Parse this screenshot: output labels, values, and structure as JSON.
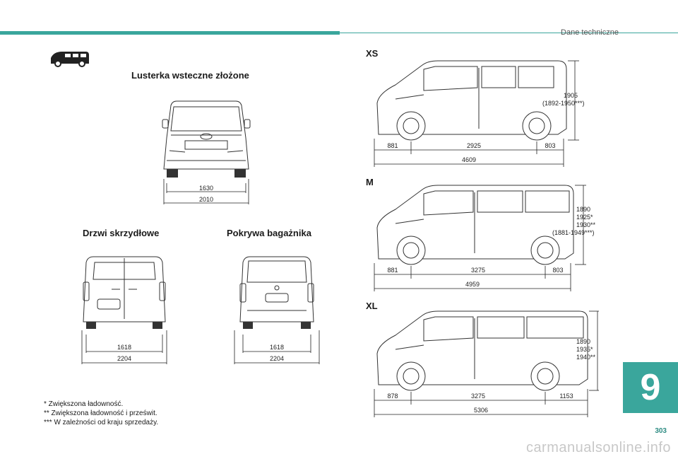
{
  "header": {
    "section_title": "Dane techniczne"
  },
  "front": {
    "title": "Lusterka wsteczne złożone",
    "width_inner": "1630",
    "width_outer": "2010"
  },
  "rear_doors": {
    "title": "Drzwi skrzydłowe",
    "width_inner": "1618",
    "width_outer": "2204"
  },
  "tailgate": {
    "title": "Pokrywa bagażnika",
    "width_inner": "1618",
    "width_outer": "2204"
  },
  "xs": {
    "label": "XS",
    "front_overhang": "881",
    "wheelbase": "2925",
    "rear_overhang": "803",
    "length": "4609",
    "height_1": "1905",
    "height_2": "(1892-1950***)"
  },
  "m": {
    "label": "M",
    "front_overhang": "881",
    "wheelbase": "3275",
    "rear_overhang": "803",
    "length": "4959",
    "height_1": "1890",
    "height_2": "1925*",
    "height_3": "1930**",
    "height_4": "(1881-1949***)"
  },
  "xl": {
    "label": "XL",
    "front_overhang": "878",
    "wheelbase": "3275",
    "rear_overhang": "1153",
    "length": "5306",
    "height_1": "1890",
    "height_2": "1935*",
    "height_3": "1940**"
  },
  "footnotes": [
    "* Zwiększona ładowność.",
    "** Zwiększona ładowność i prześwit.",
    "*** W zależności od kraju sprzedaży."
  ],
  "chapter_number": "9",
  "page_number": "303",
  "watermark": "carmanualsonline.info"
}
